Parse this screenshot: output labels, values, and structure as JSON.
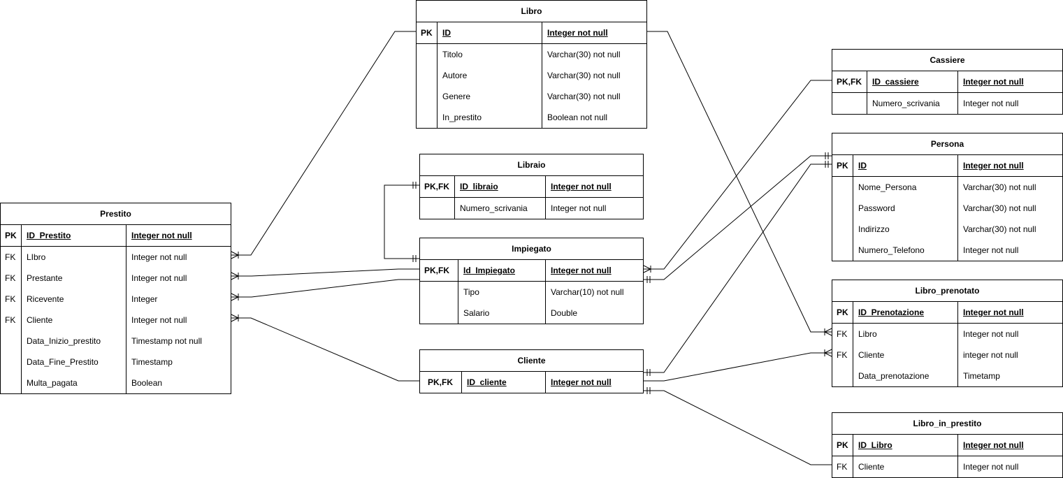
{
  "entities": {
    "libro": {
      "title": "Libro",
      "pk": {
        "key": "PK",
        "name": "ID",
        "type": "Integer not null"
      },
      "attrs": [
        {
          "key": "",
          "name": "Titolo",
          "type": "Varchar(30) not null"
        },
        {
          "key": "",
          "name": "Autore",
          "type": "Varchar(30) not null"
        },
        {
          "key": "",
          "name": "Genere",
          "type": "Varchar(30) not null"
        },
        {
          "key": "",
          "name": "In_prestito",
          "type": "Boolean not null"
        }
      ]
    },
    "libraio": {
      "title": "Libraio",
      "pk": {
        "key": "PK,FK",
        "name": "ID_libraio",
        "type": "Integer not null"
      },
      "attrs": [
        {
          "key": "",
          "name": "Numero_scrivania",
          "type": "Integer not null"
        }
      ]
    },
    "impiegato": {
      "title": "Impiegato",
      "pk": {
        "key": "PK,FK",
        "name": "Id_Impiegato",
        "type": "Integer not null"
      },
      "attrs": [
        {
          "key": "",
          "name": "Tipo",
          "type": "Varchar(10) not null"
        },
        {
          "key": "",
          "name": "Salario",
          "type": "Double"
        }
      ]
    },
    "cliente": {
      "title": "Cliente",
      "pk": {
        "key": "PK,FK",
        "name": "ID_cliente",
        "type": "Integer not null"
      },
      "attrs": []
    },
    "prestito": {
      "title": "Prestito",
      "pk": {
        "key": "PK",
        "name": "ID_Prestito",
        "type": "Integer not null"
      },
      "attrs": [
        {
          "key": "FK",
          "name": "LIbro",
          "type": "Integer not null"
        },
        {
          "key": "FK",
          "name": "Prestante",
          "type": "Integer not null"
        },
        {
          "key": "FK",
          "name": "Ricevente",
          "type": "Integer"
        },
        {
          "key": "FK",
          "name": "Cliente",
          "type": "Integer not null"
        },
        {
          "key": "",
          "name": "Data_Inizio_prestito",
          "type": "Timestamp not null"
        },
        {
          "key": "",
          "name": "Data_Fine_Prestito",
          "type": "Timestamp"
        },
        {
          "key": "",
          "name": "Multa_pagata",
          "type": "Boolean"
        }
      ]
    },
    "cassiere": {
      "title": "Cassiere",
      "pk": {
        "key": "PK,FK",
        "name": "ID_cassiere",
        "type": "Integer not null"
      },
      "attrs": [
        {
          "key": "",
          "name": "Numero_scrivania",
          "type": "Integer not null"
        }
      ]
    },
    "persona": {
      "title": "Persona",
      "pk": {
        "key": "PK",
        "name": "ID",
        "type": "Integer not null"
      },
      "attrs": [
        {
          "key": "",
          "name": "Nome_Persona",
          "type": "Varchar(30) not null"
        },
        {
          "key": "",
          "name": "Password",
          "type": "Varchar(30) not null"
        },
        {
          "key": "",
          "name": "Indirizzo",
          "type": "Varchar(30) not null"
        },
        {
          "key": "",
          "name": "Numero_Telefono",
          "type": "Integer not null"
        }
      ]
    },
    "libro_prenotato": {
      "title": "Libro_prenotato",
      "pk": {
        "key": "PK",
        "name": "ID_Prenotazione",
        "type": "Integer not null"
      },
      "attrs": [
        {
          "key": "FK",
          "name": "Libro",
          "type": "Integer not null"
        },
        {
          "key": "FK",
          "name": "Cliente",
          "type": "integer not null"
        },
        {
          "key": "",
          "name": "Data_prenotazione",
          "type": "Timetamp"
        }
      ]
    },
    "libro_in_prestito": {
      "title": "Libro_in_prestito",
      "pk": {
        "key": "PK",
        "name": "ID_Libro",
        "type": "Integer not null"
      },
      "attrs": [
        {
          "key": "FK",
          "name": "Cliente",
          "type": "Integer not null"
        }
      ]
    }
  },
  "relationships": [
    {
      "from": "prestito.LIbro",
      "to": "libro.ID",
      "from_end": "crow-many-one",
      "to_end": "none"
    },
    {
      "from": "prestito.Prestante",
      "to": "impiegato.Id_Impiegato",
      "from_end": "crow-many-one",
      "to_end": "none"
    },
    {
      "from": "prestito.Ricevente",
      "to": "impiegato.Id_Impiegato",
      "from_end": "crow-many-one",
      "to_end": "none"
    },
    {
      "from": "prestito.Cliente",
      "to": "cliente.ID_cliente",
      "from_end": "crow-many-one",
      "to_end": "none"
    },
    {
      "from": "libraio.ID_libraio",
      "to": "impiegato.Id_Impiegato",
      "from_end": "one-mandatory",
      "to_end": "one-mandatory"
    },
    {
      "from": "impiegato.Id_Impiegato",
      "to": "cassiere.ID_cassiere",
      "from_end": "crow-many-one",
      "to_end": "none"
    },
    {
      "from": "impiegato.Id_Impiegato",
      "to": "persona.ID",
      "from_end": "one-mandatory",
      "to_end": "one-mandatory"
    },
    {
      "from": "cliente.ID_cliente",
      "to": "persona.ID",
      "from_end": "one-mandatory",
      "to_end": "one-mandatory"
    },
    {
      "from": "libro.ID",
      "to": "libro_prenotato.Libro",
      "from_end": "none",
      "to_end": "crow-many-one"
    },
    {
      "from": "cliente.ID_cliente",
      "to": "libro_prenotato.Cliente",
      "from_end": "none",
      "to_end": "crow-many-one"
    },
    {
      "from": "cliente.ID_cliente",
      "to": "libro_in_prestito.Cliente",
      "from_end": "one-mandatory",
      "to_end": "none"
    }
  ]
}
